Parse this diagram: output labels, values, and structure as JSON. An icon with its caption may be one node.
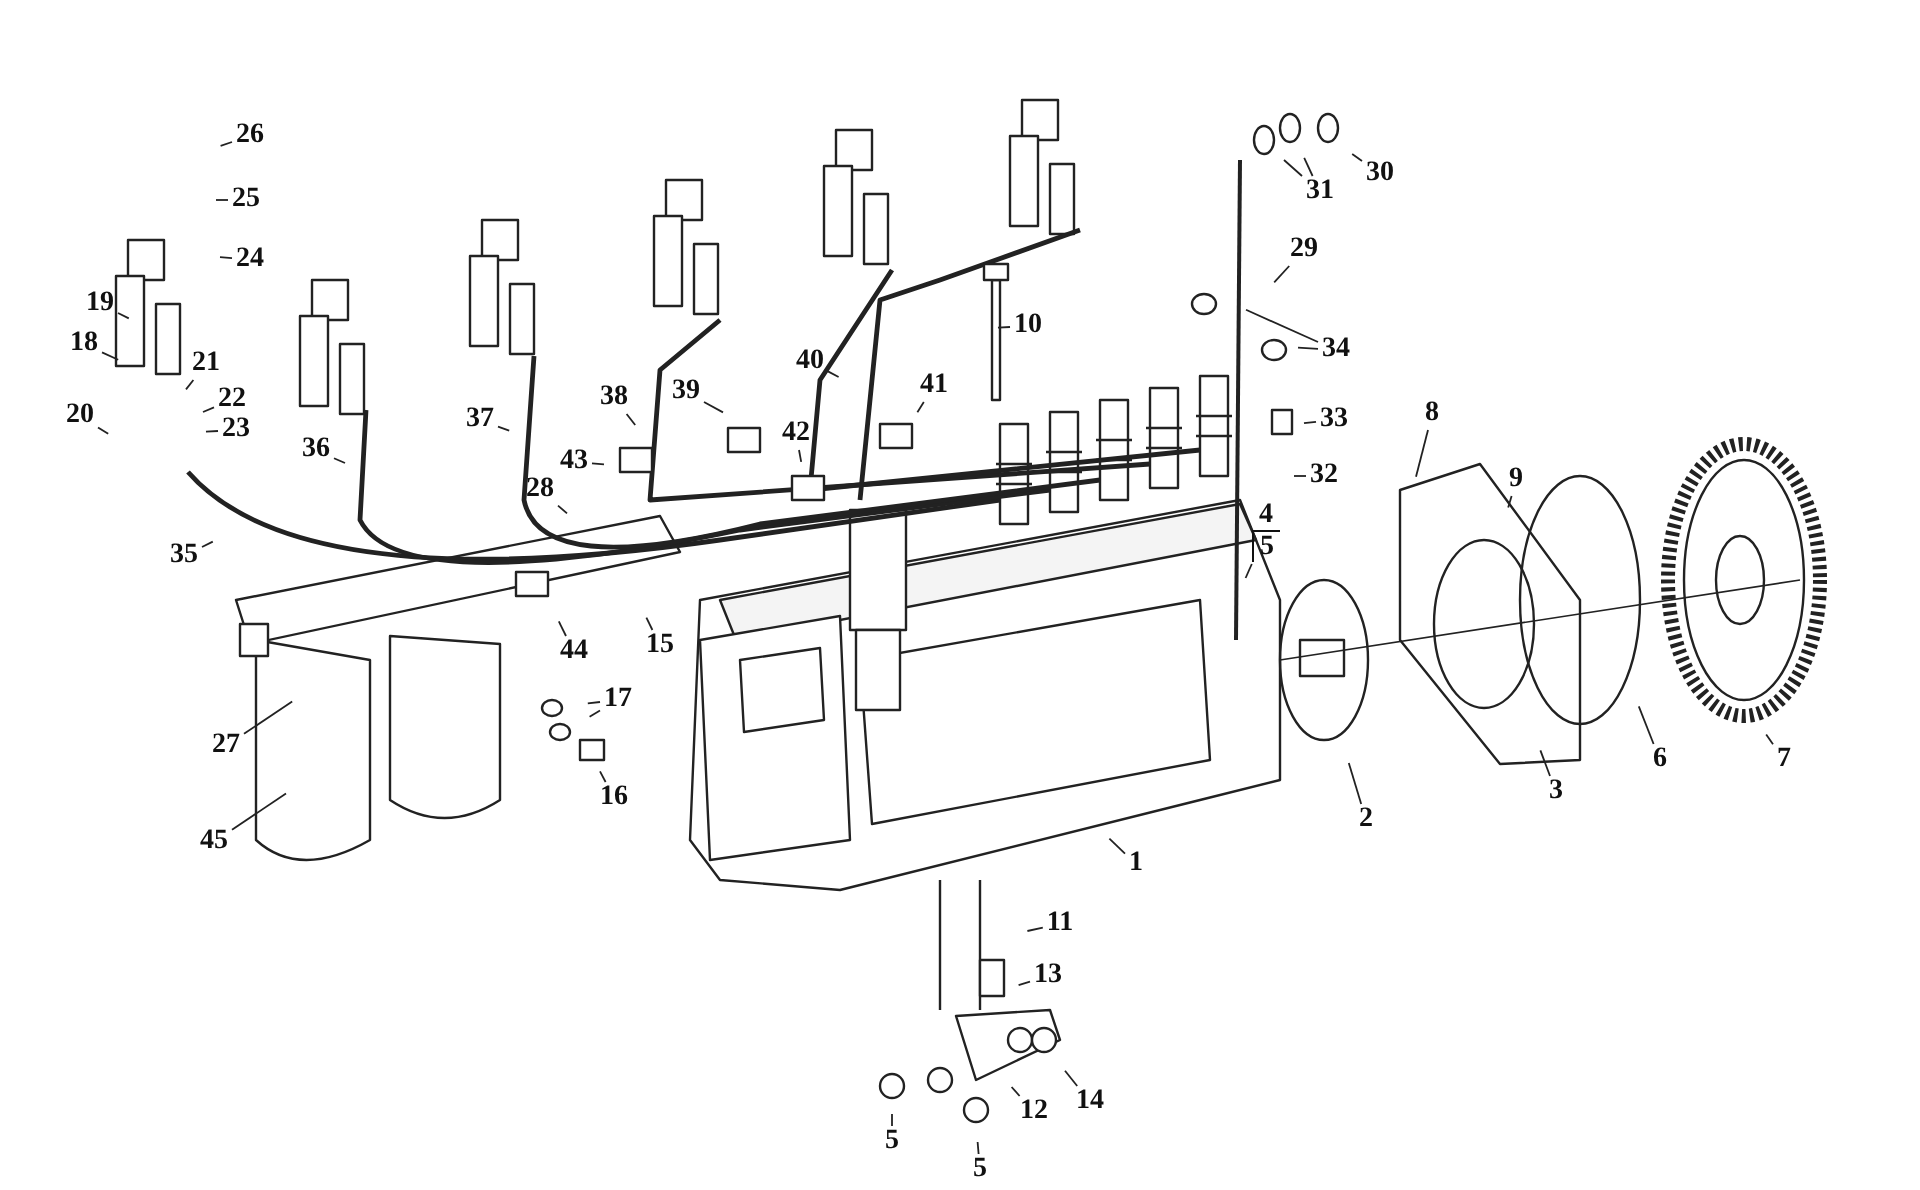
{
  "diagram": {
    "nodes": [
      {
        "text": [
          "26"
        ]
      },
      {
        "text": [
          "30"
        ]
      },
      {
        "text": [
          "31"
        ]
      },
      {
        "text": [
          "25"
        ]
      },
      {
        "text": [
          "29"
        ]
      },
      {
        "text": [
          "24"
        ]
      },
      {
        "text": [
          "19"
        ]
      },
      {
        "text": [
          "10"
        ]
      },
      {
        "text": [
          "18"
        ]
      },
      {
        "text": [
          "34"
        ]
      },
      {
        "text": [
          "40"
        ]
      },
      {
        "text": [
          "21"
        ]
      },
      {
        "text": [
          "41"
        ]
      },
      {
        "text": [
          "39"
        ]
      },
      {
        "text": [
          "22"
        ]
      },
      {
        "text": [
          "38"
        ]
      },
      {
        "text": [
          "8"
        ]
      },
      {
        "text": [
          "20"
        ]
      },
      {
        "text": [
          "33"
        ]
      },
      {
        "text": [
          "37"
        ]
      },
      {
        "text": [
          "23"
        ]
      },
      {
        "text": [
          "42"
        ]
      },
      {
        "text": [
          "43"
        ]
      },
      {
        "text": [
          "36"
        ]
      },
      {
        "text": [
          "32"
        ]
      },
      {
        "text": [
          "9"
        ]
      },
      {
        "text": [
          "28"
        ]
      },
      {
        "text": [
          "4",
          "5"
        ]
      },
      {
        "text": [
          "35"
        ]
      },
      {
        "text": [
          "44"
        ]
      },
      {
        "text": [
          "15"
        ]
      },
      {
        "text": [
          "17"
        ]
      },
      {
        "text": [
          "7"
        ]
      },
      {
        "text": [
          "27"
        ]
      },
      {
        "text": [
          "6"
        ]
      },
      {
        "text": [
          "3"
        ]
      },
      {
        "text": [
          "16"
        ]
      },
      {
        "text": [
          "2"
        ]
      },
      {
        "text": [
          "45"
        ]
      },
      {
        "text": [
          "1"
        ]
      },
      {
        "text": [
          "11"
        ]
      },
      {
        "text": [
          "13"
        ]
      },
      {
        "text": [
          "14"
        ]
      },
      {
        "text": [
          "12"
        ]
      },
      {
        "text": [
          "5"
        ]
      },
      {
        "text": [
          "5"
        ]
      }
    ],
    "edges": [
      {
        "from": 0,
        "to": null,
        "arrow": "none"
      },
      {
        "from": 1,
        "to": null,
        "arrow": "none"
      },
      {
        "from": 2,
        "to": null,
        "arrow": "none"
      },
      {
        "from": 2,
        "to": null,
        "arrow": "none"
      },
      {
        "from": 3,
        "to": null,
        "arrow": "none"
      },
      {
        "from": 4,
        "to": null,
        "arrow": "none"
      },
      {
        "from": 5,
        "to": null,
        "arrow": "none"
      },
      {
        "from": 6,
        "to": null,
        "arrow": "none"
      },
      {
        "from": 7,
        "to": null,
        "arrow": "none"
      },
      {
        "from": 8,
        "to": null,
        "arrow": "none"
      },
      {
        "from": 9,
        "to": null,
        "arrow": "none"
      },
      {
        "from": 9,
        "to": null,
        "arrow": "none"
      },
      {
        "from": 10,
        "to": null,
        "arrow": "none"
      },
      {
        "from": 11,
        "to": null,
        "arrow": "none"
      },
      {
        "from": 12,
        "to": null,
        "arrow": "none"
      },
      {
        "from": 13,
        "to": null,
        "arrow": "none"
      },
      {
        "from": 14,
        "to": null,
        "arrow": "none"
      },
      {
        "from": 15,
        "to": null,
        "arrow": "none"
      },
      {
        "from": 16,
        "to": null,
        "arrow": "none"
      },
      {
        "from": 17,
        "to": null,
        "arrow": "none"
      },
      {
        "from": 18,
        "to": null,
        "arrow": "none"
      },
      {
        "from": 19,
        "to": null,
        "arrow": "none"
      },
      {
        "from": 20,
        "to": null,
        "arrow": "none"
      },
      {
        "from": 21,
        "to": null,
        "arrow": "none"
      },
      {
        "from": 22,
        "to": null,
        "arrow": "none"
      },
      {
        "from": 23,
        "to": null,
        "arrow": "none"
      },
      {
        "from": 24,
        "to": null,
        "arrow": "none"
      },
      {
        "from": 25,
        "to": null,
        "arrow": "none"
      },
      {
        "from": 26,
        "to": null,
        "arrow": "none"
      },
      {
        "from": 27,
        "to": null,
        "arrow": "none"
      },
      {
        "from": 28,
        "to": null,
        "arrow": "none"
      },
      {
        "from": 29,
        "to": null,
        "arrow": "none"
      },
      {
        "from": 30,
        "to": null,
        "arrow": "none"
      },
      {
        "from": 31,
        "to": null,
        "arrow": "none"
      },
      {
        "from": 31,
        "to": null,
        "arrow": "none"
      },
      {
        "from": 32,
        "to": null,
        "arrow": "none"
      },
      {
        "from": 33,
        "to": null,
        "arrow": "none"
      },
      {
        "from": 34,
        "to": null,
        "arrow": "none"
      },
      {
        "from": 35,
        "to": null,
        "arrow": "none"
      },
      {
        "from": 36,
        "to": null,
        "arrow": "none"
      },
      {
        "from": 37,
        "to": null,
        "arrow": "none"
      },
      {
        "from": 38,
        "to": null,
        "arrow": "none"
      },
      {
        "from": 39,
        "to": null,
        "arrow": "none"
      },
      {
        "from": 40,
        "to": null,
        "arrow": "none"
      },
      {
        "from": 41,
        "to": null,
        "arrow": "none"
      },
      {
        "from": 42,
        "to": null,
        "arrow": "none"
      },
      {
        "from": 43,
        "to": null,
        "arrow": "none"
      },
      {
        "from": 44,
        "to": null,
        "arrow": "none"
      },
      {
        "from": 45,
        "to": null,
        "arrow": "none"
      }
    ]
  }
}
